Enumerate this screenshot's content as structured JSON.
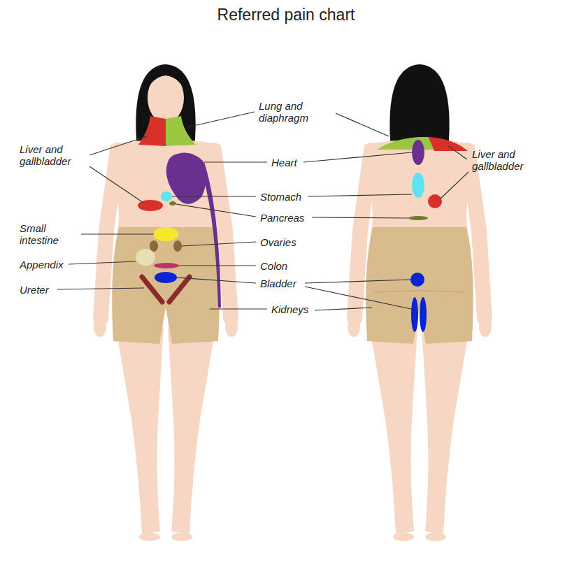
{
  "diagram": {
    "title": "Referred pain chart",
    "labels": [
      "Lung and diaphragm",
      "Liver and gallbladder",
      "Heart",
      "Liver and gallbladder",
      "Stomach",
      "Pancreas",
      "Small intestine",
      "Ovaries",
      "Appendix",
      "Colon",
      "Ureter",
      "Bladder",
      "Kidneys"
    ]
  }
}
